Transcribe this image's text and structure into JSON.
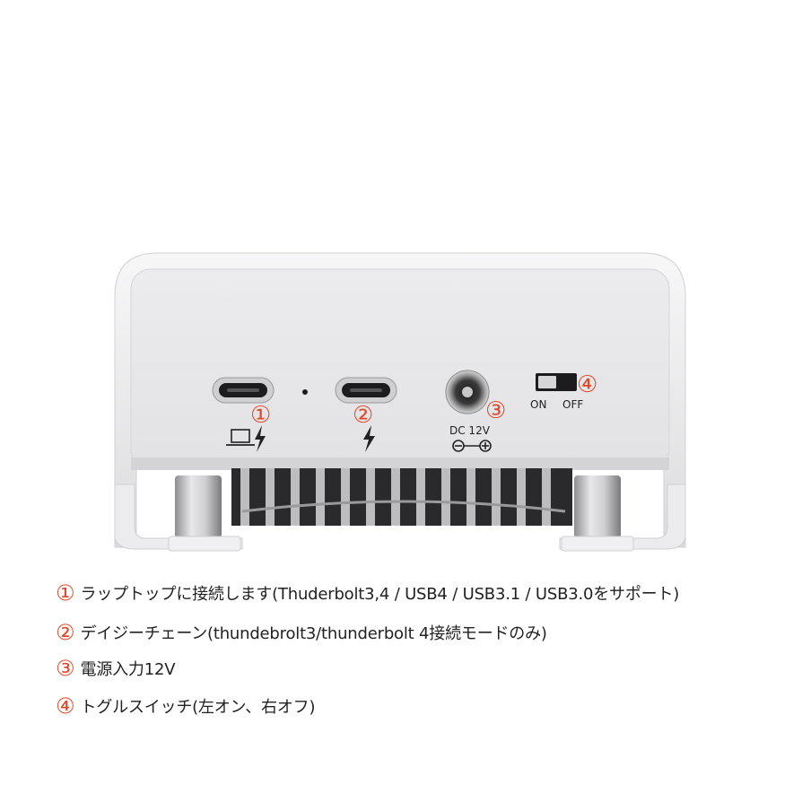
{
  "device": {
    "markers": [
      "①",
      "②",
      "③",
      "④"
    ],
    "dc_label": "DC 12V",
    "switch_on": "ON",
    "switch_off": "OFF"
  },
  "legend": [
    {
      "num": "①",
      "text": "ラップトップに接続します(Thuderbolt3,4 / USB4 / USB3.1 / USB3.0をサポート)"
    },
    {
      "num": "②",
      "text": "デイジーチェーン(thundebrolt3/thunderbolt 4接続モードのみ)"
    },
    {
      "num": "③",
      "text": "電源入力12V"
    },
    {
      "num": "④",
      "text": "トグルスイッチ(左オン、右オフ)"
    }
  ],
  "colors": {
    "marker": "#e04a2a",
    "housing": "#e9e9eb",
    "frame": "#f2f2f3"
  }
}
